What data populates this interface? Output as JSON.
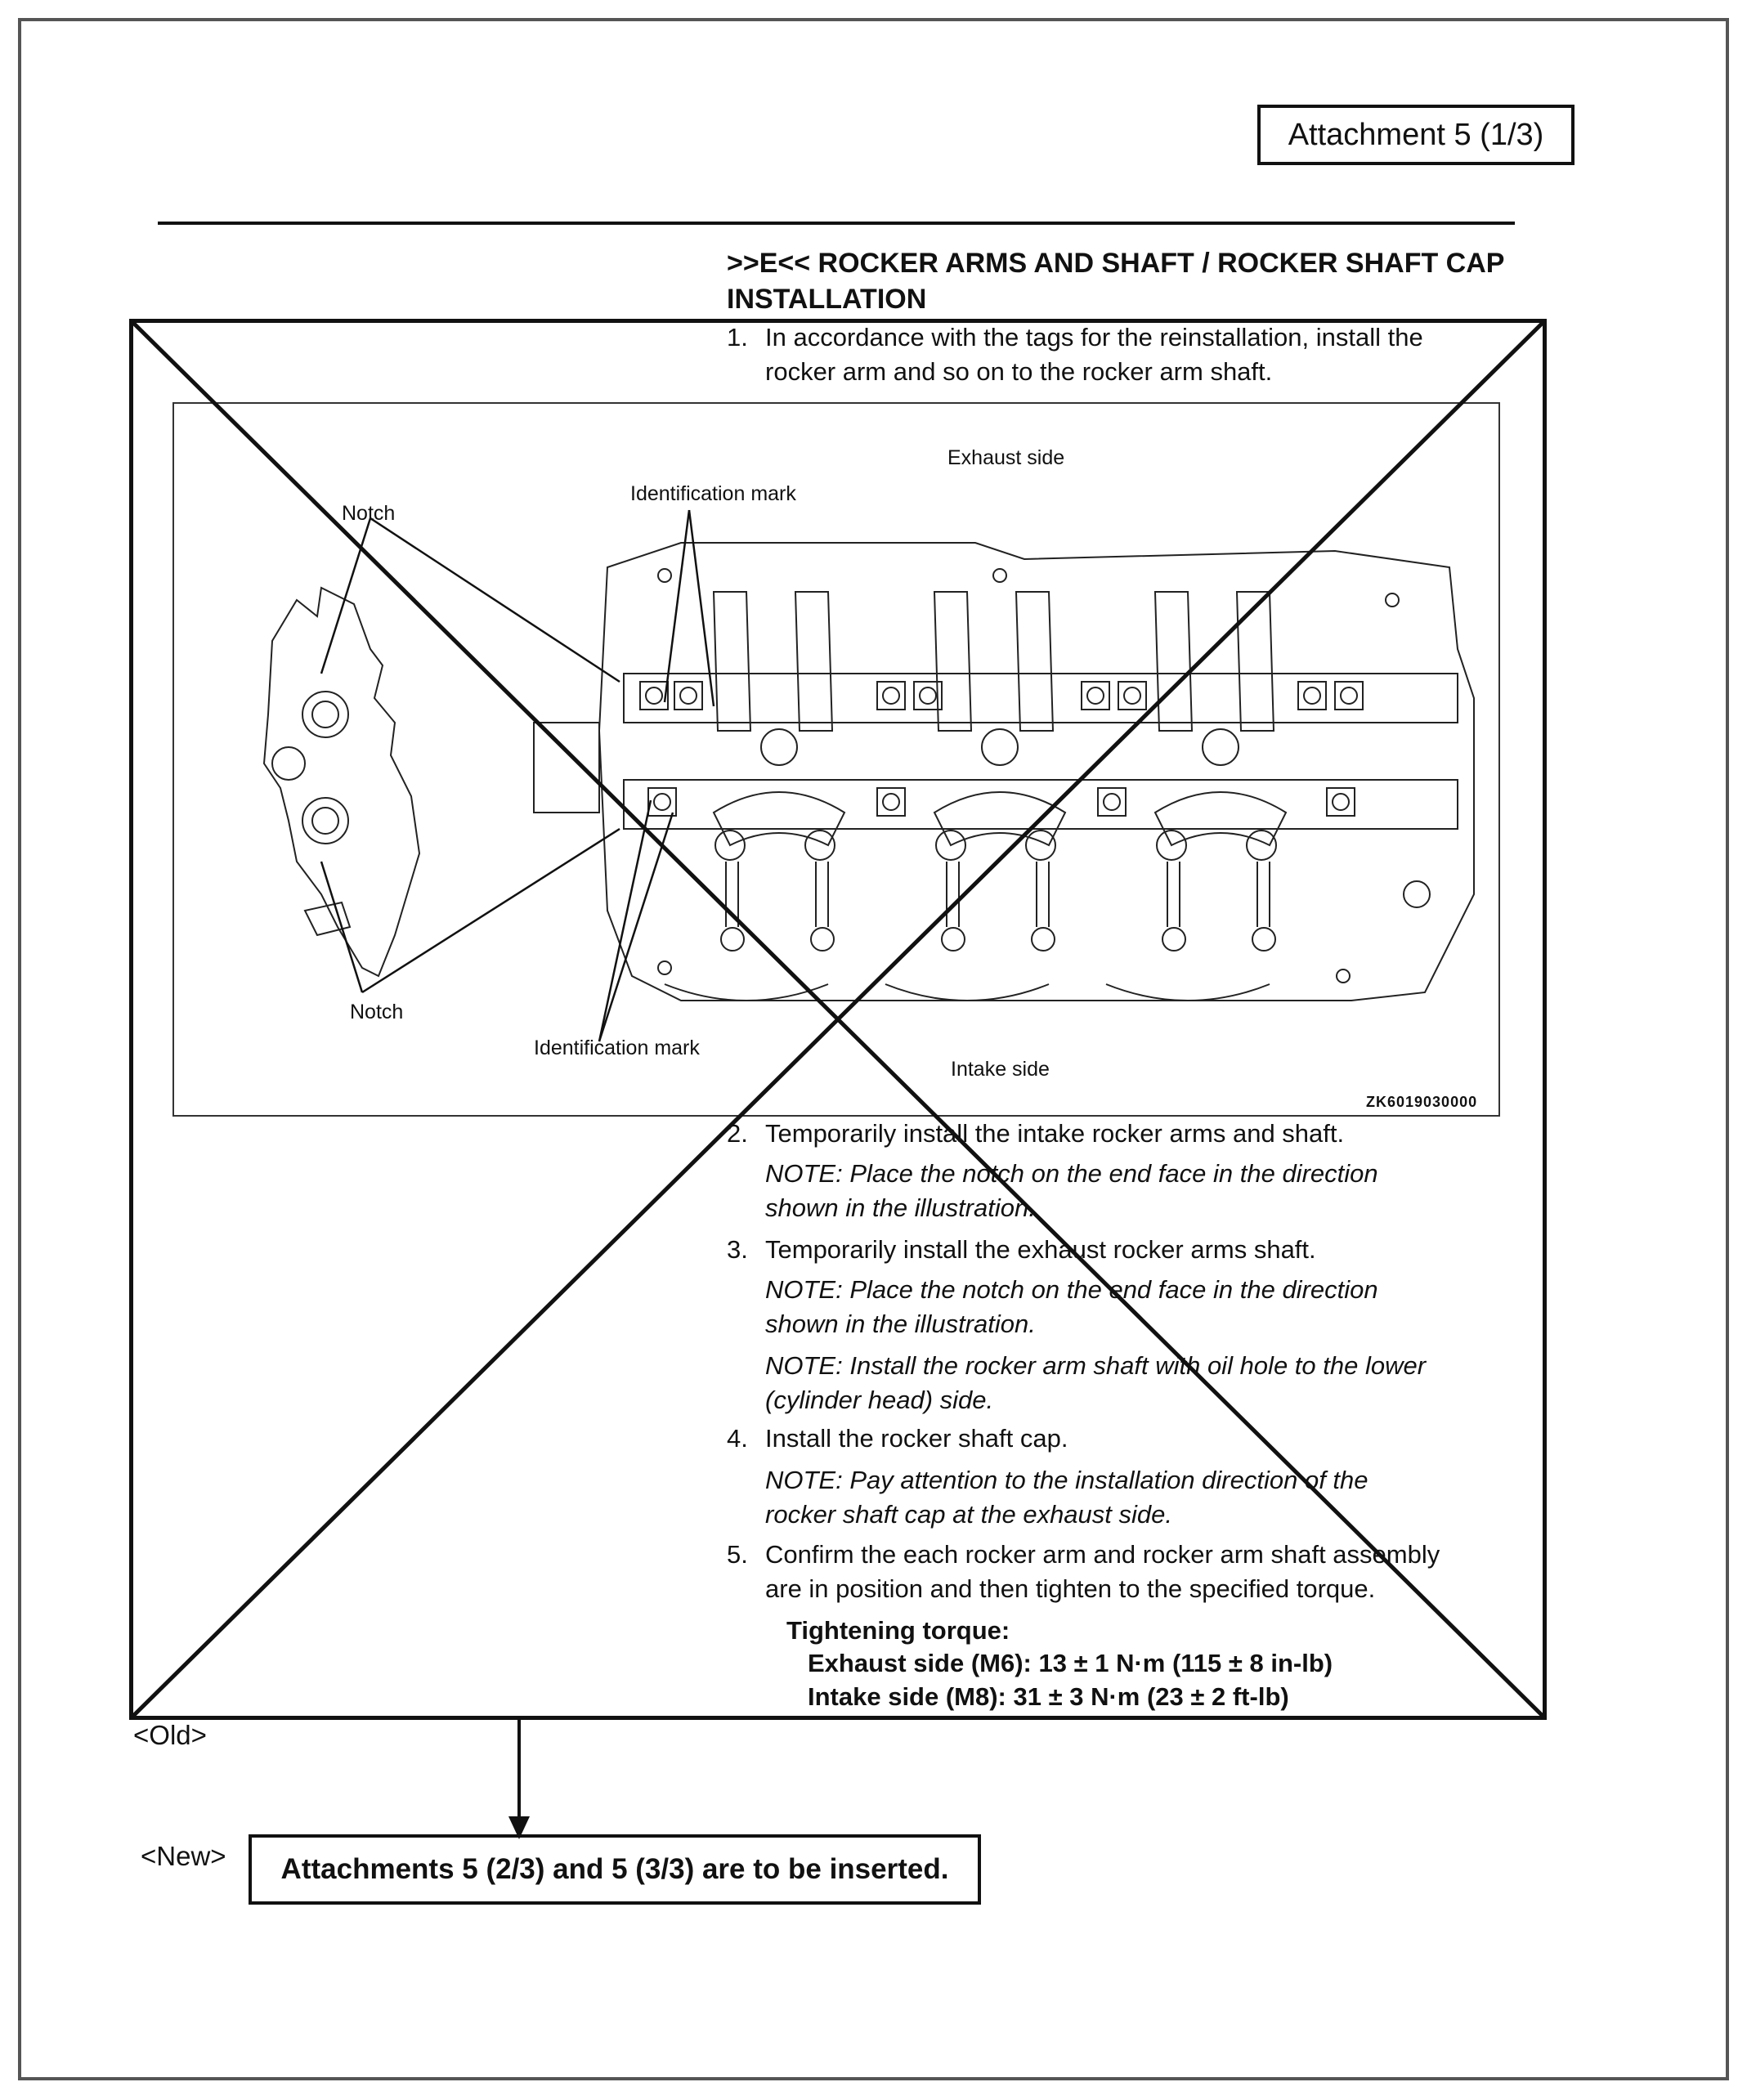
{
  "header": {
    "attachment": "Attachment 5 (1/3)"
  },
  "section": {
    "title_line1": ">>E<< ROCKER ARMS AND SHAFT / ROCKER SHAFT CAP",
    "title_line2": "INSTALLATION"
  },
  "steps": {
    "s1": {
      "num": "1.",
      "line1": "In accordance with the tags for the reinstallation, install the",
      "line2": "rocker arm and so on to the rocker arm shaft."
    },
    "s2": {
      "num": "2.",
      "line1": "Temporarily install the intake rocker arms and shaft.",
      "note1": "NOTE: Place the notch on the end face in the direction",
      "note2": "shown in the illustration."
    },
    "s3": {
      "num": "3.",
      "line1": "Temporarily install the exhaust rocker arms shaft.",
      "note1": "NOTE: Place the notch on the end face in the direction",
      "note2": "shown in the illustration.",
      "note3": "NOTE: Install the rocker arm shaft with oil hole to the lower",
      "note4": "(cylinder head) side."
    },
    "s4": {
      "num": "4.",
      "line1": "Install the rocker shaft cap.",
      "note1": "NOTE: Pay attention to the installation direction of the",
      "note2": "rocker shaft cap at the exhaust side."
    },
    "s5": {
      "num": "5.",
      "line1": "Confirm the each rocker arm and rocker arm shaft assembly",
      "line2": "are in position and then tighten to the specified torque."
    }
  },
  "torque": {
    "heading": "Tightening torque:",
    "exhaust": "Exhaust side (M6): 13 ± 1 N·m (115 ± 8 in-lb)",
    "intake": "Intake side (M8): 31 ± 3 N·m (23 ± 2 ft-lb)"
  },
  "figure": {
    "exhaust_side": "Exhaust side",
    "intake_side": "Intake side",
    "notch_top": "Notch",
    "notch_bottom": "Notch",
    "id_mark_top": "Identification mark",
    "id_mark_bottom": "Identification mark",
    "code": "ZK6019030000"
  },
  "labels": {
    "old": "<Old>",
    "new": "<New>"
  },
  "new_notice": "Attachments 5 (2/3) and 5 (3/3) are to be inserted."
}
